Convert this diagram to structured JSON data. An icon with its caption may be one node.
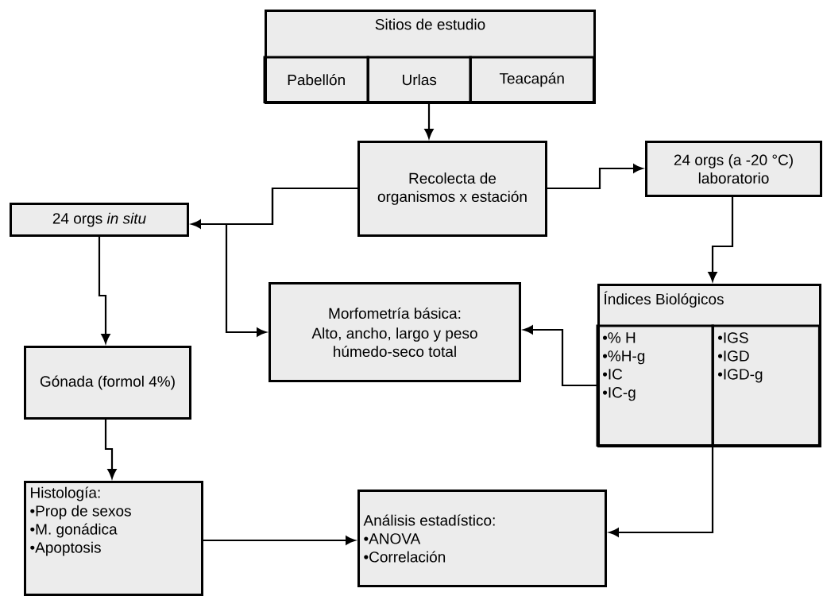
{
  "diagram": {
    "nodes": [
      {
        "text": [
          "Sitios de estudio"
        ]
      },
      {
        "text": [
          "Pabellón"
        ],
        "in": 0
      },
      {
        "text": [
          "Urlas"
        ],
        "in": 0
      },
      {
        "text": [
          "Teacapán"
        ],
        "in": 0
      },
      {
        "text": [
          "Recolecta de organismos x estación"
        ]
      },
      {
        "text": [
          "24 orgs (a -20 °C) laboratorio"
        ]
      },
      {
        "text": [
          "24 orgs *in situ*"
        ]
      },
      {
        "text": [
          "Morfometría básica:",
          "Alto, ancho, largo y peso húmedo-seco total"
        ]
      },
      {
        "text": [
          "Índices Biológicos"
        ]
      },
      {
        "text": [
          "•% H",
          "•%H-g",
          "•IC",
          "•IC-g"
        ],
        "in": 8
      },
      {
        "text": [
          "•IGS",
          "•IGD",
          "•IGD-g"
        ],
        "in": 8
      },
      {
        "text": [
          "Gónada (formol 4%)"
        ]
      },
      {
        "text": [
          "Histología:",
          "•Prop de sexos",
          "•M. gonádica",
          "•Apoptosis"
        ]
      },
      {
        "text": [
          "Análisis estadístico:",
          "•ANOVA",
          "•Correlación"
        ]
      }
    ],
    "edges": [
      {
        "from": 0,
        "to": 4,
        "arrow": "to"
      },
      {
        "from": 4,
        "to": 5,
        "arrow": "to"
      },
      {
        "from": 4,
        "to": 6,
        "arrow": "to"
      },
      {
        "from": 4,
        "to": 7,
        "arrow": "to"
      },
      {
        "from": 5,
        "to": 8,
        "arrow": "to"
      },
      {
        "from": 9,
        "to": 7,
        "arrow": "to"
      },
      {
        "from": 6,
        "to": 11,
        "arrow": "to"
      },
      {
        "from": 11,
        "to": 12,
        "arrow": "to"
      },
      {
        "from": 12,
        "to": 13,
        "arrow": "to"
      },
      {
        "from": 8,
        "to": 13,
        "arrow": "to"
      }
    ]
  }
}
